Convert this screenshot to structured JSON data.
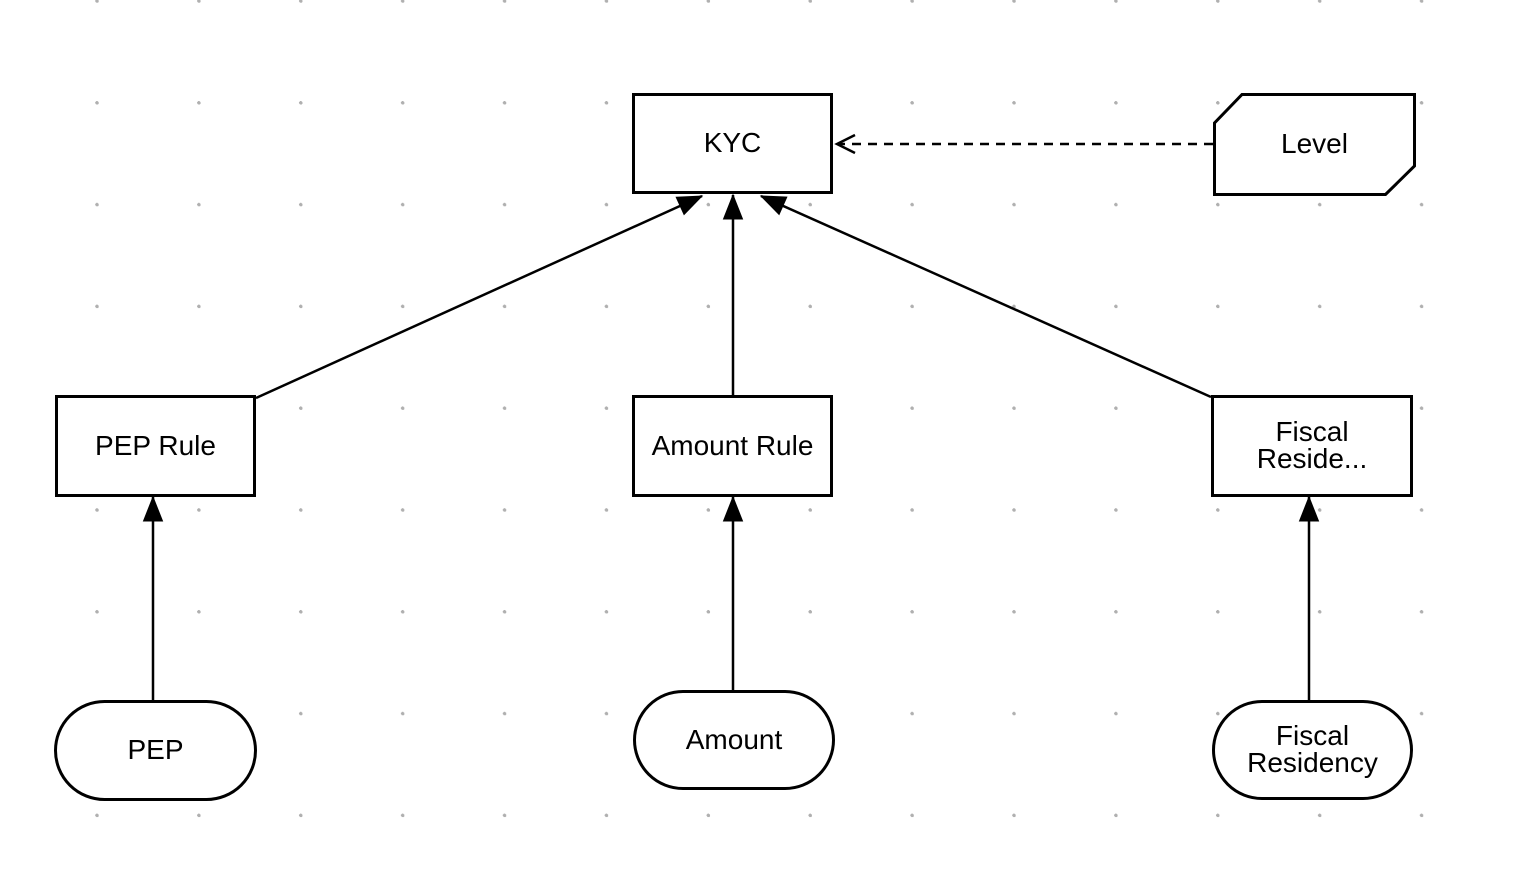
{
  "canvas": {
    "background": "#ffffff",
    "grid_dot_color": "#b0b0b0",
    "stroke_color": "#000000",
    "text_color": "#000000"
  },
  "nodes": {
    "kyc": {
      "label": "KYC",
      "shape": "rectangle"
    },
    "level": {
      "label": "Level",
      "shape": "card"
    },
    "pep_rule": {
      "label": "PEP Rule",
      "shape": "rectangle"
    },
    "amount_rule": {
      "label": "Amount Rule",
      "shape": "rectangle"
    },
    "fiscal_residency_rule": {
      "label": "Fiscal\nReside...",
      "shape": "rectangle"
    },
    "pep": {
      "label": "PEP",
      "shape": "stadium"
    },
    "amount": {
      "label": "Amount",
      "shape": "stadium"
    },
    "fiscal_residency": {
      "label": "Fiscal\nResidency",
      "shape": "stadium"
    }
  },
  "edges": [
    {
      "from": "pep_rule",
      "to": "kyc",
      "style": "solid",
      "arrow": "filled"
    },
    {
      "from": "amount_rule",
      "to": "kyc",
      "style": "solid",
      "arrow": "filled"
    },
    {
      "from": "fiscal_residency_rule",
      "to": "kyc",
      "style": "solid",
      "arrow": "filled"
    },
    {
      "from": "pep",
      "to": "pep_rule",
      "style": "solid",
      "arrow": "filled"
    },
    {
      "from": "amount",
      "to": "amount_rule",
      "style": "solid",
      "arrow": "filled"
    },
    {
      "from": "fiscal_residency",
      "to": "fiscal_residency_rule",
      "style": "solid",
      "arrow": "filled"
    },
    {
      "from": "level",
      "to": "kyc",
      "style": "dashed",
      "arrow": "open"
    }
  ]
}
